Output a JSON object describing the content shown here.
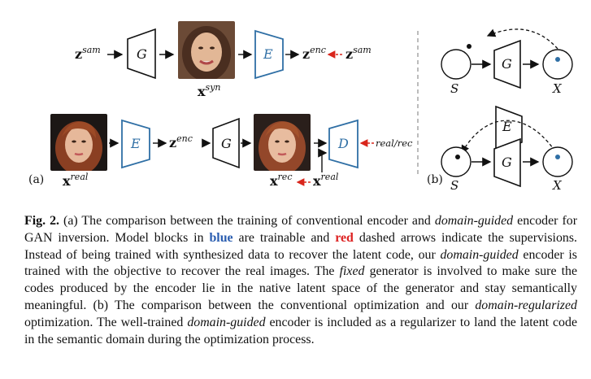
{
  "colors": {
    "trainable_blue": "#2f6fa5",
    "supervision_red": "#d9261c",
    "dashed_divider": "#999999"
  },
  "panel_a": {
    "label": "(a)",
    "row1": {
      "z_sam": "z",
      "z_sam_sup": "sam",
      "generator": "G",
      "x_syn": "x",
      "x_syn_sup": "syn",
      "encoder": "E",
      "z_enc": "z",
      "z_enc_sup": "enc",
      "target_z": "z",
      "target_z_sup": "sam"
    },
    "row2": {
      "x_real": "x",
      "x_real_sup": "real",
      "encoder": "E",
      "z_enc": "z",
      "z_enc_sup": "enc",
      "generator": "G",
      "discriminator": "D",
      "real_rec": "real/rec",
      "x_rec": "x",
      "x_rec_sup": "rec",
      "x_real2": "x",
      "x_real2_sup": "real"
    }
  },
  "panel_b": {
    "label": "(b)",
    "top": {
      "generator": "G",
      "s": "S",
      "x": "X"
    },
    "bottom": {
      "encoder": "E",
      "generator": "G",
      "s": "S",
      "x": "X"
    }
  },
  "caption": {
    "fig_label": "Fig. 2.",
    "p1": "(a) The comparison between the training of conventional encoder and ",
    "p1_em": "domain-guided",
    "p2": " encoder for GAN inversion. Model blocks in ",
    "blue_word": "blue",
    "p3": " are trainable and ",
    "red_word": "red",
    "p4": " dashed arrows indicate the supervisions. Instead of being trained with synthesized data to recover the latent code, our ",
    "p4_em": "domain-guided",
    "p5": " encoder is trained with the objective to recover the real images. The ",
    "p5_em": "fixed",
    "p6": " generator is involved to make sure the codes produced by the encoder lie in the native latent space of the generator and stay semantically meaningful. (b) The comparison between the conventional optimization and our ",
    "p6_em": "domain-regularized",
    "p7": " optimization. The well-trained ",
    "p7_em": "domain-guided",
    "p8": " encoder is included as a regularizer to land the latent code in the semantic domain during the optimization process."
  }
}
